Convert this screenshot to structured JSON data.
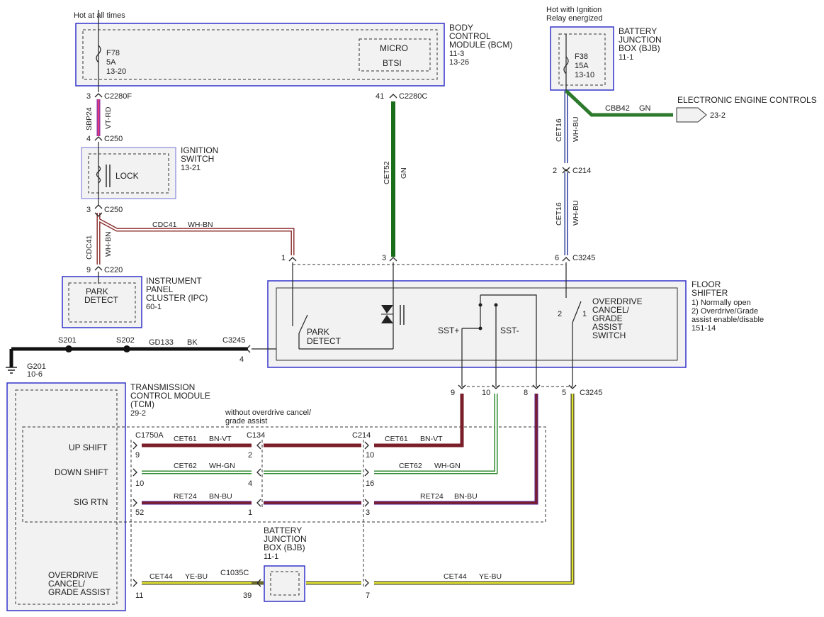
{
  "top": {
    "hot_at_all_times": "Hot at all times",
    "hot_with_ignition_1": "Hot with Ignition",
    "hot_with_ignition_2": "Relay energized"
  },
  "bcm": {
    "name_1": "BODY",
    "name_2": "CONTROL",
    "name_3": "MODULE (BCM)",
    "ref_1": "11-3",
    "ref_2": "13-26",
    "fuse": "F78",
    "fuse_rating": "5A",
    "fuse_ref": "13-20",
    "micro": "MICRO",
    "btsi": "BTSI"
  },
  "bjb_top": {
    "name_1": "BATTERY",
    "name_2": "JUNCTION",
    "name_3": "BOX (BJB)",
    "ref": "11-1",
    "fuse": "F38",
    "fuse_rating": "15A",
    "fuse_ref": "13-10"
  },
  "eec": {
    "name": "ELECTRONIC ENGINE CONTROLS",
    "ref": "23-2",
    "circuit": "CBB42",
    "color": "GN"
  },
  "ignition": {
    "name_1": "IGNITION",
    "name_2": "SWITCH",
    "ref": "13-21",
    "lock": "LOCK"
  },
  "ipc": {
    "name_1": "INSTRUMENT",
    "name_2": "PANEL",
    "name_3": "CLUSTER (IPC)",
    "ref": "60-1",
    "park_1": "PARK",
    "park_2": "DETECT"
  },
  "floor_shifter": {
    "name_1": "FLOOR",
    "name_2": "SHIFTER",
    "note_1": "1) Normally open",
    "note_2": "2) Overdrive/Grade",
    "note_3": "assist enable/disable",
    "ref": "151-14",
    "park_1": "PARK",
    "park_2": "DETECT",
    "sst_plus": "SST+",
    "sst_minus": "SST-",
    "od_1": "OVERDRIVE",
    "od_2": "CANCEL/",
    "od_3": "GRADE",
    "od_4": "ASSIST",
    "od_5": "SWITCH",
    "sw_note_2": "2",
    "sw_note_1": "1"
  },
  "ground": {
    "s201": "S201",
    "s202": "S202",
    "circuit": "GD133",
    "color": "BK",
    "conn": "C3245",
    "pin": "4",
    "g": "G201",
    "ref": "10-6"
  },
  "tcm": {
    "name_1": "TRANSMISSION",
    "name_2": "CONTROL MODULE",
    "name_3": "(TCM)",
    "ref": "29-2",
    "without_1": "without overdrive cancel/",
    "without_2": "grade assist",
    "up": "UP SHIFT",
    "down": "DOWN SHIFT",
    "sig": "SIG RTN",
    "od_1": "OVERDRIVE",
    "od_2": "CANCEL/",
    "od_3": "GRADE ASSIST"
  },
  "bjb_bottom": {
    "name_1": "BATTERY",
    "name_2": "JUNCTION",
    "name_3": "BOX (BJB)",
    "ref": "11-1"
  },
  "wires": {
    "sbp24": "SBP24",
    "vt_rd": "VT-RD",
    "cdc41": "CDC41",
    "wh_bn": "WH-BN",
    "cet52": "CET52",
    "gn": "GN",
    "cet16": "CET16",
    "wh_bu": "WH-BU",
    "cet61": "CET61",
    "bn_vt": "BN-VT",
    "cet62": "CET62",
    "wh_gn": "WH-GN",
    "ret24": "RET24",
    "bn_bu": "BN-BU",
    "cet44": "CET44",
    "ye_bu": "YE-BU"
  },
  "conn": {
    "c2280f": "C2280F",
    "c250": "C250",
    "c220": "C220",
    "c2280c": "C2280C",
    "c214": "C214",
    "c3245": "C3245",
    "c1750a": "C1750A",
    "c134": "C134",
    "c1035c": "C1035C"
  },
  "pins": {
    "p3": "3",
    "p4": "4",
    "p9": "9",
    "p1": "1",
    "p41": "41",
    "p2": "2",
    "p6": "6",
    "p10": "10",
    "p8": "8",
    "p5": "5",
    "p16": "16",
    "p52": "52",
    "p11": "11",
    "p39": "39",
    "p7": "7"
  },
  "colors": {
    "module_border": "#3333cc",
    "dashed": "#333333",
    "fill": "#f2f2f2"
  }
}
